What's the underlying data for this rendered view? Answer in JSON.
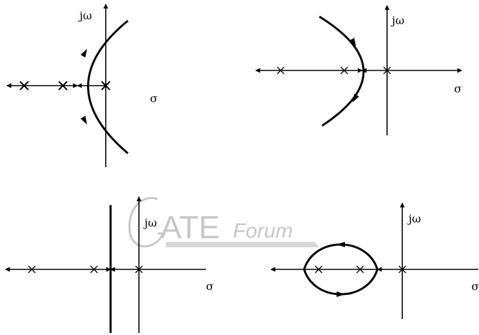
{
  "diagrams": [
    {
      "id": "a",
      "imag_axis_label": "jω",
      "real_axis_label": "σ"
    },
    {
      "id": "b",
      "imag_axis_label": "jω",
      "real_axis_label": "σ"
    },
    {
      "id": "c",
      "imag_axis_label": "jω",
      "real_axis_label": "σ"
    },
    {
      "id": "d",
      "imag_axis_label": "jω",
      "real_axis_label": "σ"
    }
  ],
  "watermark": {
    "brand": "ATE",
    "suffix": "Forum"
  },
  "colors": {
    "ink": "#000000",
    "watermark": "#c8c8c8"
  },
  "icons": {
    "pole_marker": "x-mark",
    "arrow": "arrowhead"
  }
}
